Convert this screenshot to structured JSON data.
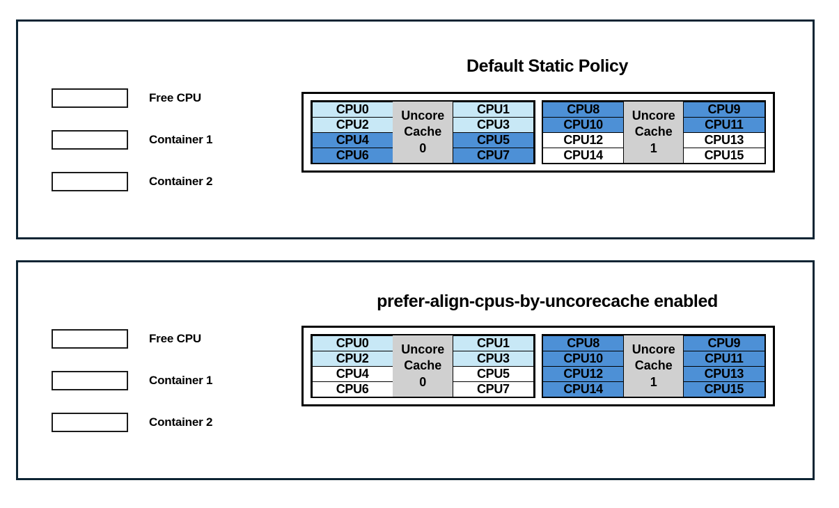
{
  "colors": {
    "panel_border": "#0d2433",
    "free_cpu": "#ffffff",
    "container1": "#c8e8f6",
    "container2": "#4d90d6",
    "uncore_cache": "#d0d0d0",
    "text": "#000000"
  },
  "panels": [
    {
      "id": "default-static-policy",
      "title": "Default Static Policy",
      "legend": [
        {
          "label": "Free CPU",
          "swatch": "free"
        },
        {
          "label": "Container 1",
          "swatch": "container1"
        },
        {
          "label": "Container 2",
          "swatch": "container2"
        }
      ],
      "cache_groups": [
        {
          "cache_title_line1": "Uncore",
          "cache_title_line2": "Cache",
          "cache_title_line3": "0",
          "left_column": [
            {
              "label": "CPU0",
              "state": "container1"
            },
            {
              "label": "CPU2",
              "state": "container1"
            },
            {
              "label": "CPU4",
              "state": "container2"
            },
            {
              "label": "CPU6",
              "state": "container2"
            }
          ],
          "right_column": [
            {
              "label": "CPU1",
              "state": "container1"
            },
            {
              "label": "CPU3",
              "state": "container1"
            },
            {
              "label": "CPU5",
              "state": "container2"
            },
            {
              "label": "CPU7",
              "state": "container2"
            }
          ]
        },
        {
          "cache_title_line1": "Uncore",
          "cache_title_line2": "Cache",
          "cache_title_line3": "1",
          "left_column": [
            {
              "label": "CPU8",
              "state": "container2"
            },
            {
              "label": "CPU10",
              "state": "container2"
            },
            {
              "label": "CPU12",
              "state": "free"
            },
            {
              "label": "CPU14",
              "state": "free"
            }
          ],
          "right_column": [
            {
              "label": "CPU9",
              "state": "container2"
            },
            {
              "label": "CPU11",
              "state": "container2"
            },
            {
              "label": "CPU13",
              "state": "free"
            },
            {
              "label": "CPU15",
              "state": "free"
            }
          ]
        }
      ]
    },
    {
      "id": "prefer-align-cpus-by-uncorecache",
      "title": "prefer-align-cpus-by-uncorecache enabled",
      "legend": [
        {
          "label": "Free CPU",
          "swatch": "free"
        },
        {
          "label": "Container 1",
          "swatch": "container1"
        },
        {
          "label": "Container 2",
          "swatch": "container2"
        }
      ],
      "cache_groups": [
        {
          "cache_title_line1": "Uncore",
          "cache_title_line2": "Cache",
          "cache_title_line3": "0",
          "left_column": [
            {
              "label": "CPU0",
              "state": "container1"
            },
            {
              "label": "CPU2",
              "state": "container1"
            },
            {
              "label": "CPU4",
              "state": "free"
            },
            {
              "label": "CPU6",
              "state": "free"
            }
          ],
          "right_column": [
            {
              "label": "CPU1",
              "state": "container1"
            },
            {
              "label": "CPU3",
              "state": "container1"
            },
            {
              "label": "CPU5",
              "state": "free"
            },
            {
              "label": "CPU7",
              "state": "free"
            }
          ]
        },
        {
          "cache_title_line1": "Uncore",
          "cache_title_line2": "Cache",
          "cache_title_line3": "1",
          "left_column": [
            {
              "label": "CPU8",
              "state": "container2"
            },
            {
              "label": "CPU10",
              "state": "container2"
            },
            {
              "label": "CPU12",
              "state": "container2"
            },
            {
              "label": "CPU14",
              "state": "container2"
            }
          ],
          "right_column": [
            {
              "label": "CPU9",
              "state": "container2"
            },
            {
              "label": "CPU11",
              "state": "container2"
            },
            {
              "label": "CPU13",
              "state": "container2"
            },
            {
              "label": "CPU15",
              "state": "container2"
            }
          ]
        }
      ]
    }
  ]
}
